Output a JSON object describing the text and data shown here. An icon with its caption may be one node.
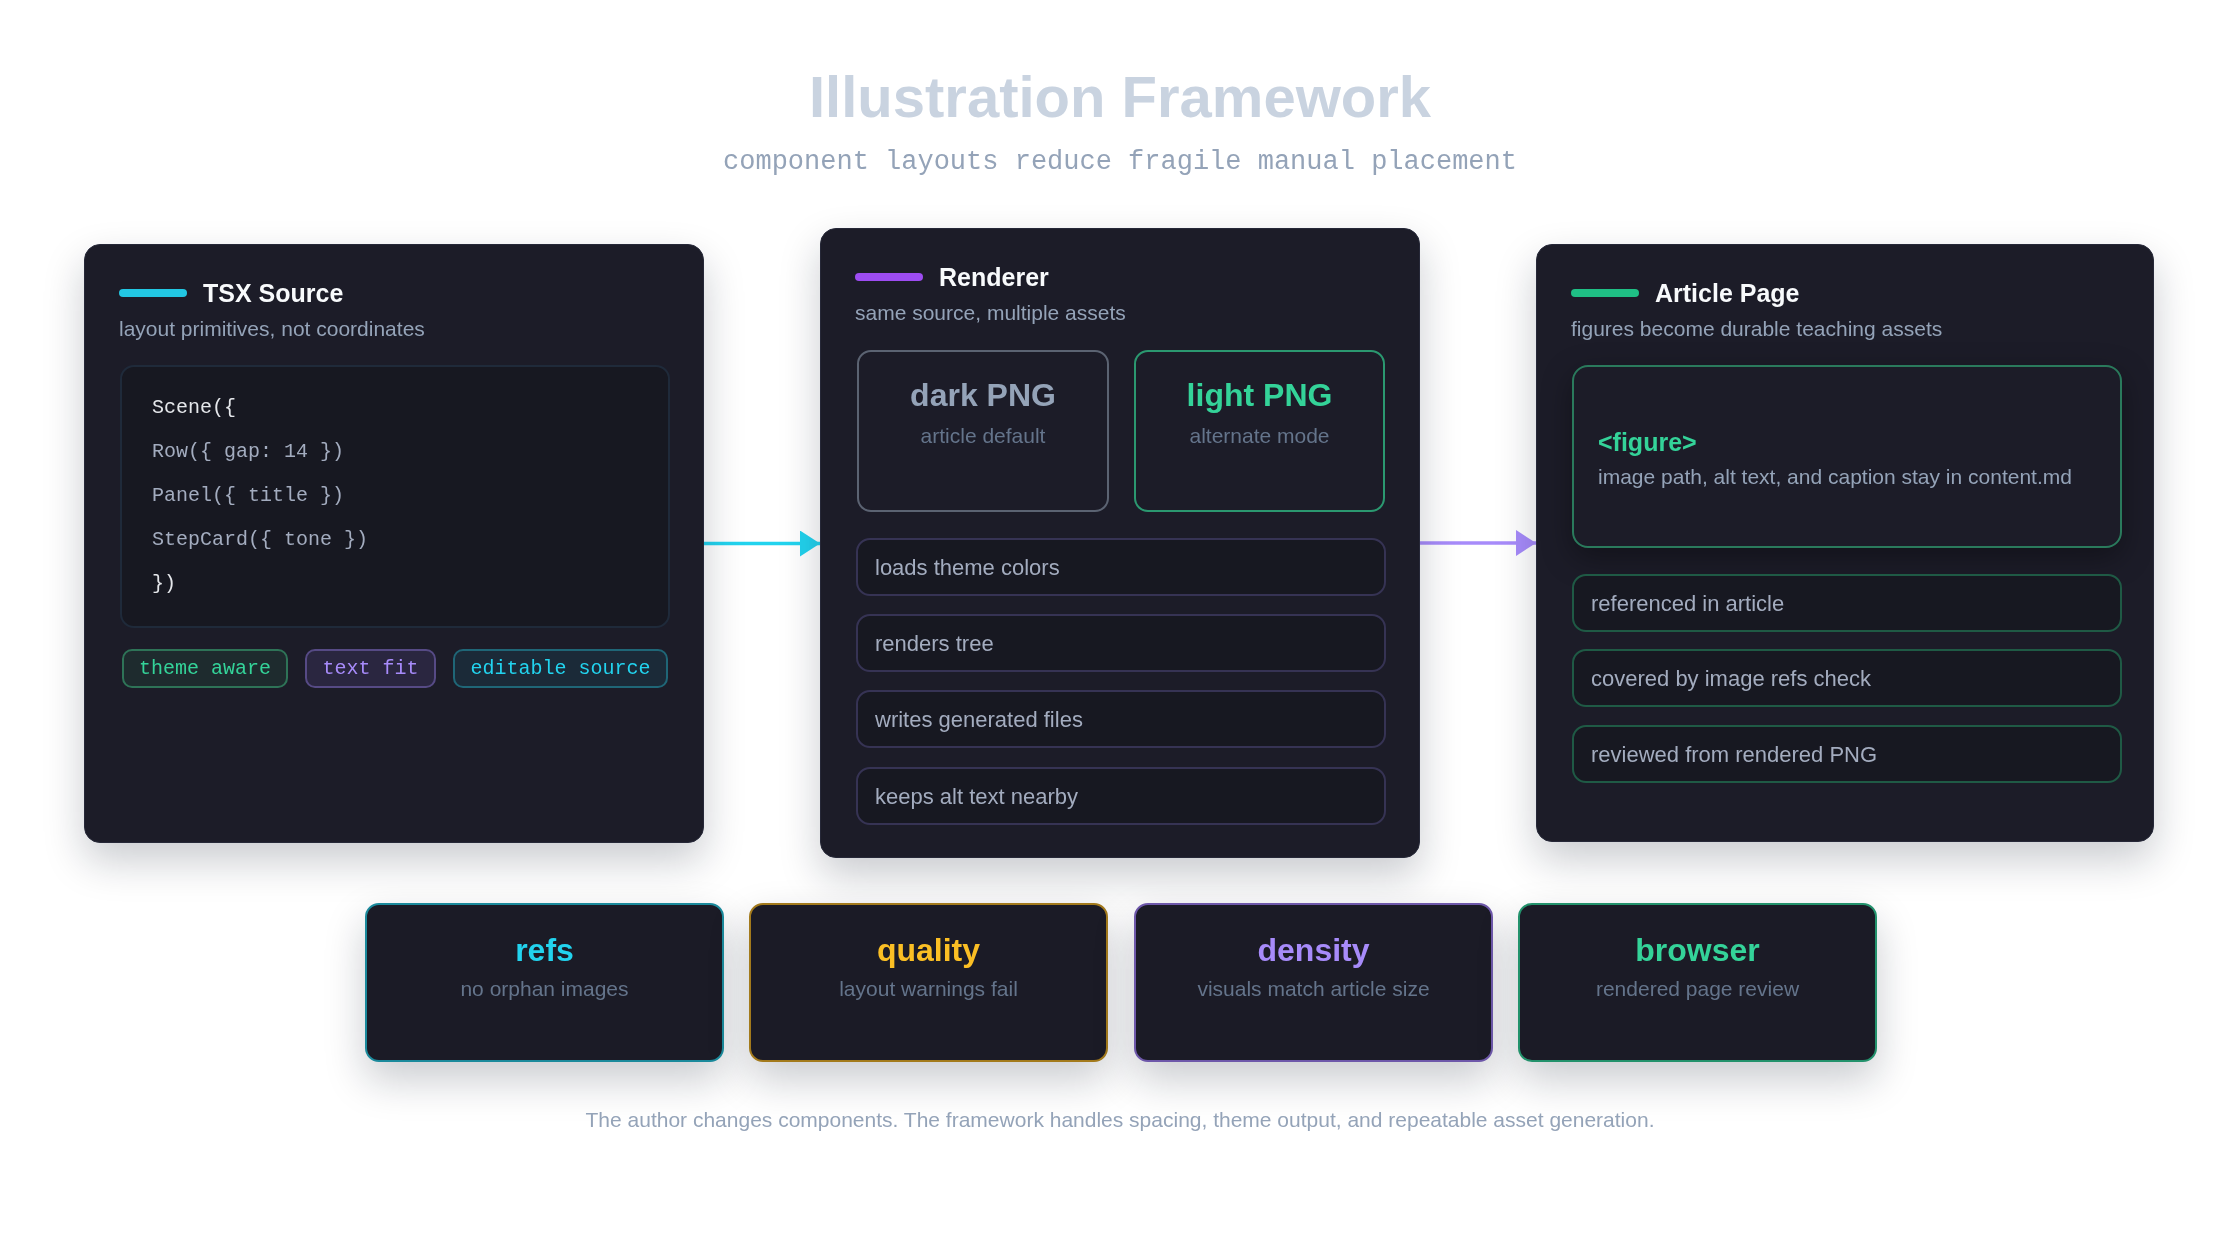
{
  "diagram": {
    "title": "Illustration Framework",
    "caption": "The author changes components. The framework handles spacing, theme output, and repeatable asset generation.",
    "labels": [
      "component layouts reduce fragile manual placement"
    ],
    "nodes": [
      {
        "text": [
          "TSX Source",
          "layout primitives, not coordinates"
        ]
      },
      {
        "text": [
          "Scene({",
          "Row({ gap: 14 })",
          "Panel({ title })",
          "StepCard({ tone })",
          "})"
        ],
        "in": 0
      },
      {
        "text": [
          "theme aware"
        ],
        "in": 0
      },
      {
        "text": [
          "text fit"
        ],
        "in": 0
      },
      {
        "text": [
          "editable source"
        ],
        "in": 0
      },
      {
        "text": [
          "Renderer",
          "same source, multiple assets"
        ]
      },
      {
        "text": [
          "dark PNG",
          "article default"
        ],
        "in": 5
      },
      {
        "text": [
          "light PNG",
          "alternate mode"
        ],
        "in": 5
      },
      {
        "text": [
          "loads theme colors"
        ],
        "in": 5
      },
      {
        "text": [
          "renders tree"
        ],
        "in": 5
      },
      {
        "text": [
          "writes generated files"
        ],
        "in": 5
      },
      {
        "text": [
          "keeps alt text nearby"
        ],
        "in": 5
      },
      {
        "text": [
          "Article Page",
          "figures become durable teaching assets"
        ]
      },
      {
        "text": [
          "<figure>",
          "image path, alt text, and caption stay in content.md"
        ],
        "in": 12
      },
      {
        "text": [
          "referenced in article"
        ],
        "in": 12
      },
      {
        "text": [
          "covered by image refs check"
        ],
        "in": 12
      },
      {
        "text": [
          "reviewed from rendered PNG"
        ],
        "in": 12
      },
      {
        "text": [
          "refs",
          "no orphan images"
        ]
      },
      {
        "text": [
          "quality",
          "layout warnings fail"
        ]
      },
      {
        "text": [
          "density",
          "visuals match article size"
        ]
      },
      {
        "text": [
          "browser",
          "rendered page review"
        ]
      }
    ],
    "edges": [
      {
        "from": 0,
        "to": 5,
        "arrow": "to",
        "color": "#22d3ee"
      },
      {
        "from": 5,
        "to": 12,
        "arrow": "to",
        "color": "#a78bfa"
      }
    ]
  }
}
